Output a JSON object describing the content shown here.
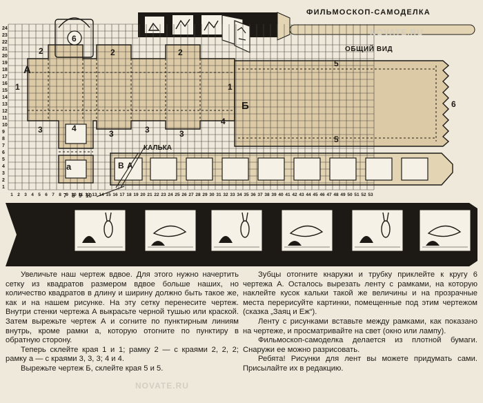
{
  "header": {
    "title": "ФИЛЬМОСКОП-САМОДЕЛКА",
    "subtitle": "ОБЩИЙ ВИД",
    "watermark": "NOVATE.RU"
  },
  "diagram": {
    "y_ticks": [
      "1",
      "2",
      "3",
      "4",
      "5",
      "6",
      "7",
      "8",
      "9",
      "10",
      "11",
      "12",
      "13",
      "14",
      "15",
      "16",
      "17",
      "18",
      "19",
      "20",
      "21",
      "22",
      "23",
      "24"
    ],
    "x_ticks": [
      "1",
      "2",
      "3",
      "4",
      "5",
      "6",
      "7",
      "8",
      "9",
      "10",
      "11",
      "12",
      "13",
      "14",
      "15",
      "16",
      "17",
      "18",
      "19",
      "20",
      "21",
      "22",
      "23",
      "24",
      "25",
      "26",
      "27",
      "28",
      "29",
      "30",
      "31",
      "32",
      "33",
      "34",
      "35",
      "36",
      "37",
      "38",
      "39",
      "40",
      "41",
      "42",
      "43",
      "44",
      "45",
      "46",
      "47",
      "48",
      "49",
      "50",
      "51",
      "52",
      "53"
    ],
    "labels": {
      "a_part": "А",
      "b_part": "Б",
      "circle": "6",
      "edge_1": "1",
      "edge_2": "2",
      "edge_3": "3",
      "edge_4": "4",
      "edge_5": "5",
      "edge_6": "6",
      "frame_a": "а",
      "v_mark": "В",
      "tracing": "КАЛЬКА"
    },
    "bottom_marks": [
      "7",
      "8",
      "9",
      "10"
    ]
  },
  "text": {
    "left": [
      "Увеличьте наш чертеж вдвое. Для этого нужно начертить сетку из квадратов размером вдвое больше наших, но количество квадратов в длину и ширину должно быть такое же, как и на нашем рисунке. На эту сетку перенесите чертеж. Внутри стенки чертежа А выкрасьте черной тушью или краской. Затем вырежьте чертеж А и согните по пунктирным линиям внутрь, кроме рамки а, которую отогните по пунктиру в обратную сторону.",
      "Теперь склейте края 1 и 1; рамку 2 — с краями 2, 2, 2; рамку а — с краями 3, 3, 3; 4 и 4.",
      "Вырежьте чертеж Б, склейте края 5 и 5."
    ],
    "right": [
      "Зубцы отогните кнаружи и трубку приклейте к кругу 6 чертежа А. Осталось вырезать ленту с рамками, на которую наклейте кусок кальки такой же величины и на прозрачные места перерисуйте картинки, помещенные под этим чертежом (сказка „Заяц и Еж“).",
      "Ленту с рисунками вставьте между рамками, как показано на чертеже, и просматривайте на свет (окно или лампу).",
      "Фильмоскоп-самоделка делается из плотной бумаги. Снаружи ее можно разрисовать.",
      "Ребята! Рисунки для лент вы можете придумать сами. Присылайте их в редакцию."
    ]
  },
  "colors": {
    "paper": "#efe9db",
    "ink": "#1d1a16",
    "grid": "#4a463f",
    "tan": "#dcc9a6",
    "tube": "#e3d4b4",
    "frame_bg": "#f6f1e6"
  }
}
